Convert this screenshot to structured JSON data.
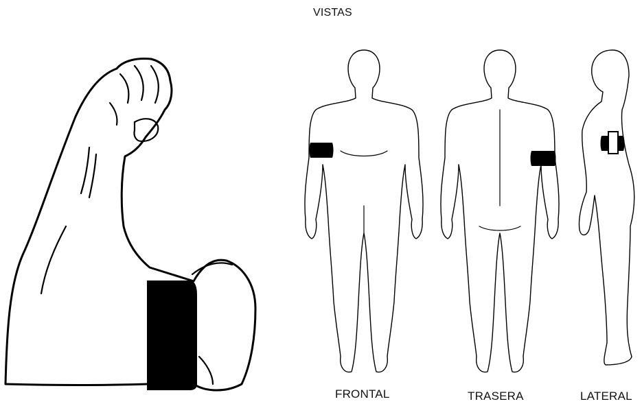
{
  "header": {
    "title": "VISTAS"
  },
  "views": [
    {
      "label": "FRONTAL"
    },
    {
      "label": "TRASERA"
    },
    {
      "label": "LATERAL"
    }
  ],
  "colors": {
    "band": "#000000",
    "device": "#ffffff",
    "outline": "#000000"
  }
}
